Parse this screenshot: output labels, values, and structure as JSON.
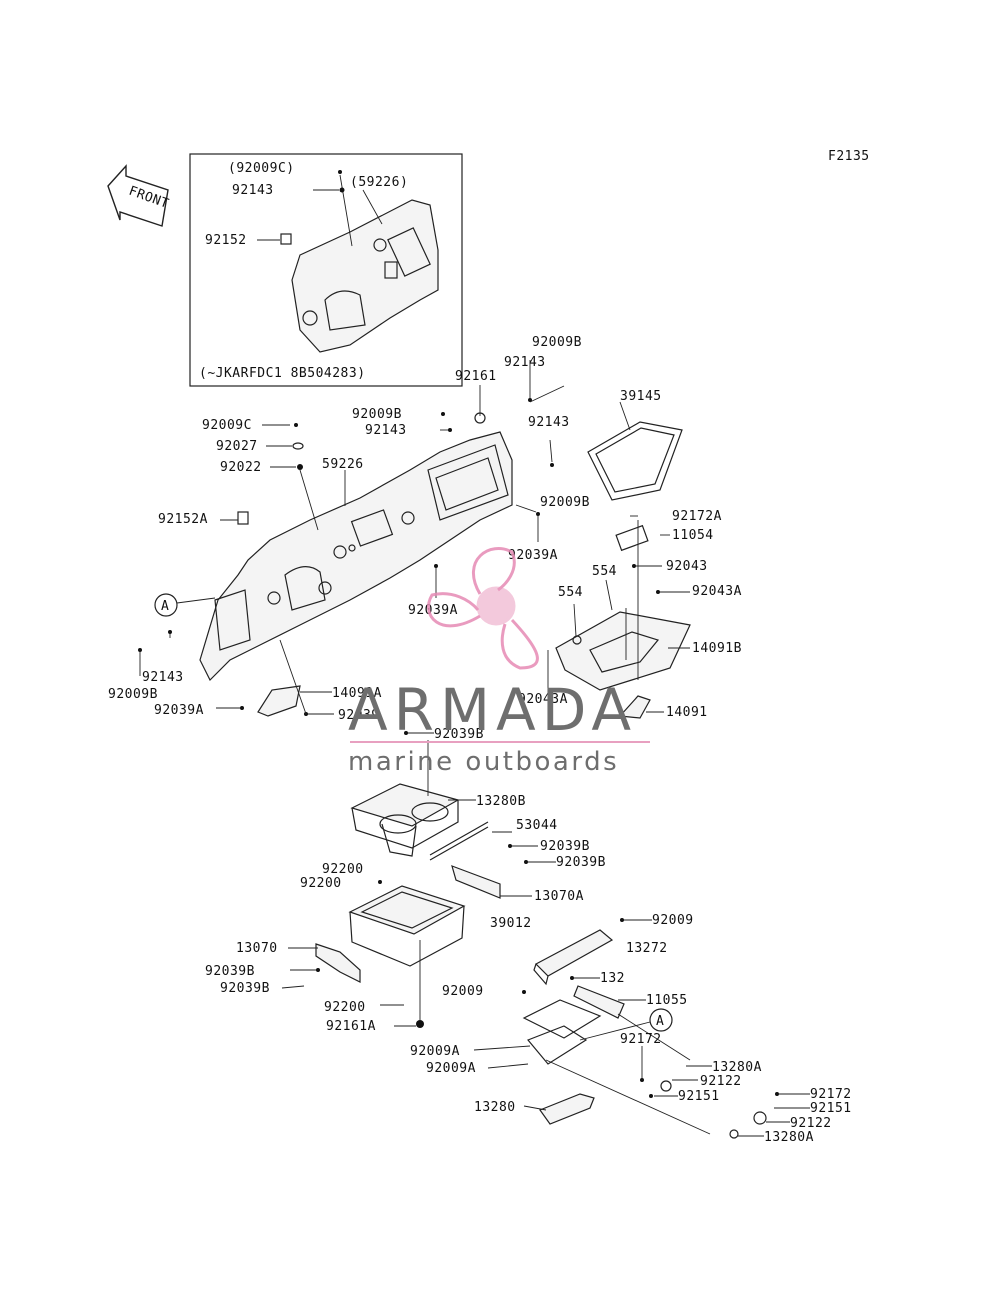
{
  "figure_code": "F2135",
  "inset_serial": "(~JKARFDC1 8B504283)",
  "front_label": "FRONT",
  "callout_A": "A",
  "watermark": {
    "brand": "ARMADA",
    "tagline": "marine outboards",
    "accent_color": "#e8a0c0",
    "logo_color": "#e68ab4"
  },
  "labels": {
    "inset_92009c": "(92009C)",
    "inset_92143": "92143",
    "inset_59226": "(59226)",
    "inset_92152": "92152",
    "l_92009b_top": "92009B",
    "l_92143_top": "92143",
    "l_92161": "92161",
    "l_39145": "39145",
    "l_92009b_2": "92009B",
    "l_92143_2": "92143",
    "l_92143_3": "92143",
    "l_92009c": "92009C",
    "l_92027": "92027",
    "l_92022": "92022",
    "l_59226": "59226",
    "l_92009b_3": "92009B",
    "l_92152a": "92152A",
    "l_92172a": "92172A",
    "l_11054": "11054",
    "l_92039a_1": "92039A",
    "l_92043": "92043",
    "l_554_1": "554",
    "l_92043a_1": "92043A",
    "l_554_2": "554",
    "l_92039a_2": "92039A",
    "l_14091b": "14091B",
    "l_92143_4": "92143",
    "l_92009b_4": "92009B",
    "l_92039a_3": "92039A",
    "l_14091a": "14091A",
    "l_92039": "92039",
    "l_92043a_2": "92043A",
    "l_14091": "14091",
    "l_92039b_1": "92039B",
    "l_13280b": "13280B",
    "l_53044": "53044",
    "l_92039b_2": "92039B",
    "l_92039b_3": "92039B",
    "l_92200_1": "92200",
    "l_92200_2": "92200",
    "l_13070a": "13070A",
    "l_39012": "39012",
    "l_92009_1": "92009",
    "l_13272": "13272",
    "l_13070": "13070",
    "l_92039b_4": "92039B",
    "l_92039b_5": "92039B",
    "l_132": "132",
    "l_92009_2": "92009",
    "l_11055": "11055",
    "l_92200_3": "92200",
    "l_92172_1": "92172",
    "l_92161a": "92161A",
    "l_92009a_1": "92009A",
    "l_13280a_1": "13280A",
    "l_92009a_2": "92009A",
    "l_92122_1": "92122",
    "l_92151_1": "92151",
    "l_92172_2": "92172",
    "l_92151_2": "92151",
    "l_13280": "13280",
    "l_92122_2": "92122",
    "l_13280a_2": "13280A"
  }
}
